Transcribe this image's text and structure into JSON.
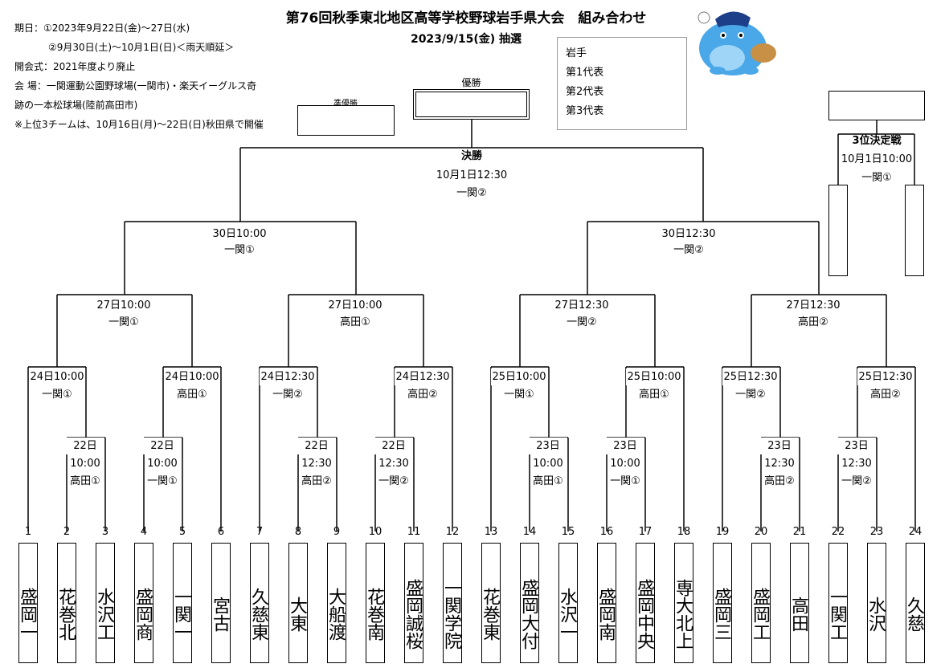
{
  "header": {
    "title": "第76回秋季東北地区高等学校野球岩手県大会　組み合わせ",
    "subtitle": "2023/9/15(金) 抽選"
  },
  "notes": [
    "期日：①2023年9月22日(金)～27日(水)",
    "②9月30日(土)～10月1日(日)＜雨天順延＞",
    "開会式：2021年度より廃止",
    "会 場：一関運動公園野球場(一関市)・楽天イーグルス奇",
    "跡の一本松球場(陸前高田市)",
    "※上位3チームは、10月16日(月)～22日(日)秋田県で開催"
  ],
  "legend": [
    "岩手",
    "第1代表",
    "第2代表",
    "第3代表"
  ],
  "labels": {
    "champion": "優勝",
    "runner_up": "準優勝",
    "final_title": "決勝",
    "third_place_title": "3位決定戦"
  },
  "final": {
    "time": "10月1日12:30",
    "venue": "一関②"
  },
  "third_place": {
    "time": "10月1日10:00",
    "venue": "一関①"
  },
  "semis": [
    {
      "time": "30日10:00",
      "venue": "一関①"
    },
    {
      "time": "30日12:30",
      "venue": "一関②"
    }
  ],
  "quarters": [
    {
      "time": "27日10:00",
      "venue": "一関①"
    },
    {
      "time": "27日10:00",
      "venue": "高田①"
    },
    {
      "time": "27日12:30",
      "venue": "一関②"
    },
    {
      "time": "27日12:30",
      "venue": "高田②"
    }
  ],
  "round2": [
    {
      "time": "24日10:00",
      "venue": "一関①"
    },
    {
      "time": "24日10:00",
      "venue": "高田①"
    },
    {
      "time": "24日12:30",
      "venue": "一関②"
    },
    {
      "time": "24日12:30",
      "venue": "高田②"
    },
    {
      "time": "25日10:00",
      "venue": "一関①"
    },
    {
      "time": "25日10:00",
      "venue": "高田①"
    },
    {
      "time": "25日12:30",
      "venue": "一関②"
    },
    {
      "time": "25日12:30",
      "venue": "高田②"
    }
  ],
  "round1": [
    {
      "day": "22日",
      "time": "10:00",
      "venue": "高田①"
    },
    {
      "day": "22日",
      "time": "10:00",
      "venue": "一関①"
    },
    {
      "day": "22日",
      "time": "12:30",
      "venue": "高田②"
    },
    {
      "day": "22日",
      "time": "12:30",
      "venue": "一関②"
    },
    {
      "day": "23日",
      "time": "10:00",
      "venue": "高田①"
    },
    {
      "day": "23日",
      "time": "10:00",
      "venue": "一関①"
    },
    {
      "day": "23日",
      "time": "12:30",
      "venue": "高田②"
    },
    {
      "day": "23日",
      "time": "12:30",
      "venue": "一関②"
    }
  ],
  "teams": [
    {
      "no": "1",
      "name": "盛岡一"
    },
    {
      "no": "2",
      "name": "花巻北"
    },
    {
      "no": "3",
      "name": "水沢工"
    },
    {
      "no": "4",
      "name": "盛岡商"
    },
    {
      "no": "5",
      "name": "一関一"
    },
    {
      "no": "6",
      "name": "宮古"
    },
    {
      "no": "7",
      "name": "久慈東"
    },
    {
      "no": "8",
      "name": "大東"
    },
    {
      "no": "9",
      "name": "大船渡"
    },
    {
      "no": "10",
      "name": "花巻南"
    },
    {
      "no": "11",
      "name": "盛岡誠桜"
    },
    {
      "no": "12",
      "name": "一関学院"
    },
    {
      "no": "13",
      "name": "花巻東"
    },
    {
      "no": "14",
      "name": "盛岡大付"
    },
    {
      "no": "15",
      "name": "水沢一"
    },
    {
      "no": "16",
      "name": "盛岡南"
    },
    {
      "no": "17",
      "name": "盛岡中央"
    },
    {
      "no": "18",
      "name": "専大北上"
    },
    {
      "no": "19",
      "name": "盛岡三"
    },
    {
      "no": "20",
      "name": "盛岡工"
    },
    {
      "no": "21",
      "name": "高田"
    },
    {
      "no": "22",
      "name": "一関工"
    },
    {
      "no": "23",
      "name": "水沢"
    },
    {
      "no": "24",
      "name": "久慈"
    }
  ]
}
